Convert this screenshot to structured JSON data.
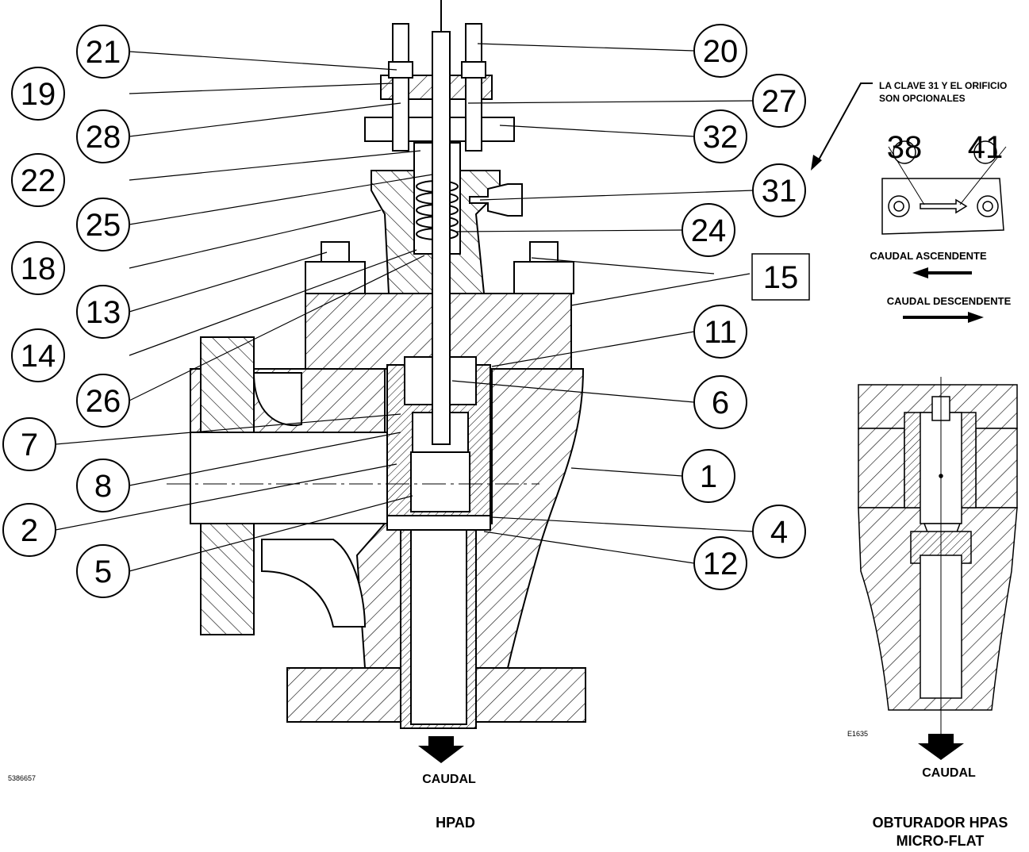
{
  "callouts_left": [
    "21",
    "19",
    "28",
    "22",
    "25",
    "18",
    "13",
    "14",
    "26",
    "7",
    "8",
    "2",
    "5"
  ],
  "callouts_right": [
    "20",
    "27",
    "32",
    "31",
    "24",
    "11",
    "6",
    "1",
    "4",
    "12"
  ],
  "callout_boxed": "15",
  "detail_callouts": [
    "38",
    "41"
  ],
  "note": {
    "line1": "LA CLAVE 31 Y EL ORIFICIO",
    "line2": "SON OPCIONALES"
  },
  "flow_up_label": "CAUDAL ASCENDENTE",
  "flow_down_label": "CAUDAL DESCENDENTE",
  "main_flow_label": "CAUDAL",
  "main_title": "HPAD",
  "main_code": "5386657",
  "detail_flow_label": "CAUDAL",
  "detail_code": "E1635",
  "detail_title_line1": "OBTURADOR HPAS",
  "detail_title_line2": "MICRO-FLAT"
}
